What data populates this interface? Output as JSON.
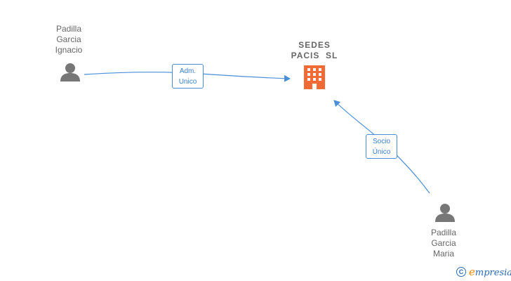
{
  "nodes": {
    "person_top": {
      "lines": [
        "Padilla",
        "Garcia",
        "Ignacio"
      ]
    },
    "company": {
      "lines": [
        "SEDES",
        "PACIS  SL"
      ]
    },
    "person_bottom": {
      "lines": [
        "Padilla",
        "Garcia",
        "Maria"
      ]
    }
  },
  "edges": {
    "adm": {
      "lines": [
        "Adm.",
        "Unico"
      ]
    },
    "socio": {
      "lines": [
        "Socio",
        "Único"
      ]
    }
  },
  "brand": {
    "copyright_symbol": "C",
    "e_letter": "e",
    "rest": "mpresia"
  },
  "colors": {
    "edge": "#4a8fd8",
    "person": "#777777",
    "company": "#f26a35",
    "label_text": "#666666"
  },
  "icons": {
    "person": "person-icon",
    "company": "building-icon"
  }
}
